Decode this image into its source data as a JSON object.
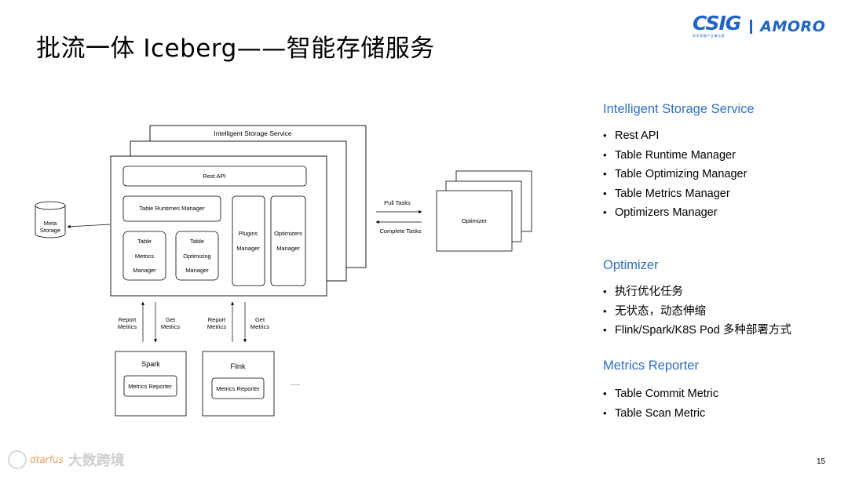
{
  "title": "批流一体 Iceberg——智能存储服务",
  "logo": {
    "csig": "CSIG",
    "csig_sub": "技术智能产业事业群",
    "amoro": "AMORO"
  },
  "diagram": {
    "service_title": "Intelligent Storage Service",
    "rest_api": "Rest API",
    "table_runtimes_manager": "Table Runtimes Manager",
    "table_metrics_manager": [
      "Table",
      "Metrics",
      "Manager"
    ],
    "table_optimizing_manager": [
      "Table",
      "Optimizing",
      "Manager"
    ],
    "plugins_manager": [
      "Plugins",
      "Manager"
    ],
    "optimizers_manager": [
      "Optimizers",
      "Manager"
    ],
    "meta_storage": [
      "Meta",
      "Storage"
    ],
    "optimizer": "Optimizer",
    "pull_tasks": "Pull Tasks",
    "complete_tasks": "Complete Tasks",
    "report_metrics": [
      "Report",
      "Metrics"
    ],
    "get_metrics": [
      "Get",
      "Metrics"
    ],
    "spark": "Spark",
    "flink": "Flink",
    "metrics_reporter": "Metrics Reporter",
    "ellipsis": "......"
  },
  "sections": [
    {
      "title": "Intelligent Storage Service",
      "items": [
        "Rest API",
        "Table Runtime Manager",
        "Table Optimizing Manager",
        "Table Metrics Manager",
        "Optimizers Manager"
      ]
    },
    {
      "title": "Optimizer",
      "items": [
        "执行优化任务",
        "无状态，动态伸缩",
        "Flink/Spark/K8S Pod 多种部署方式"
      ]
    },
    {
      "title": "Metrics Reporter",
      "items": [
        "Table Commit Metric",
        "Table Scan Metric"
      ]
    }
  ],
  "page_number": "15",
  "watermark": {
    "brand": "dtarfus",
    "text": "大数跨境"
  },
  "colors": {
    "accent": "#2f6fc7",
    "logo": "#1f63c6"
  }
}
